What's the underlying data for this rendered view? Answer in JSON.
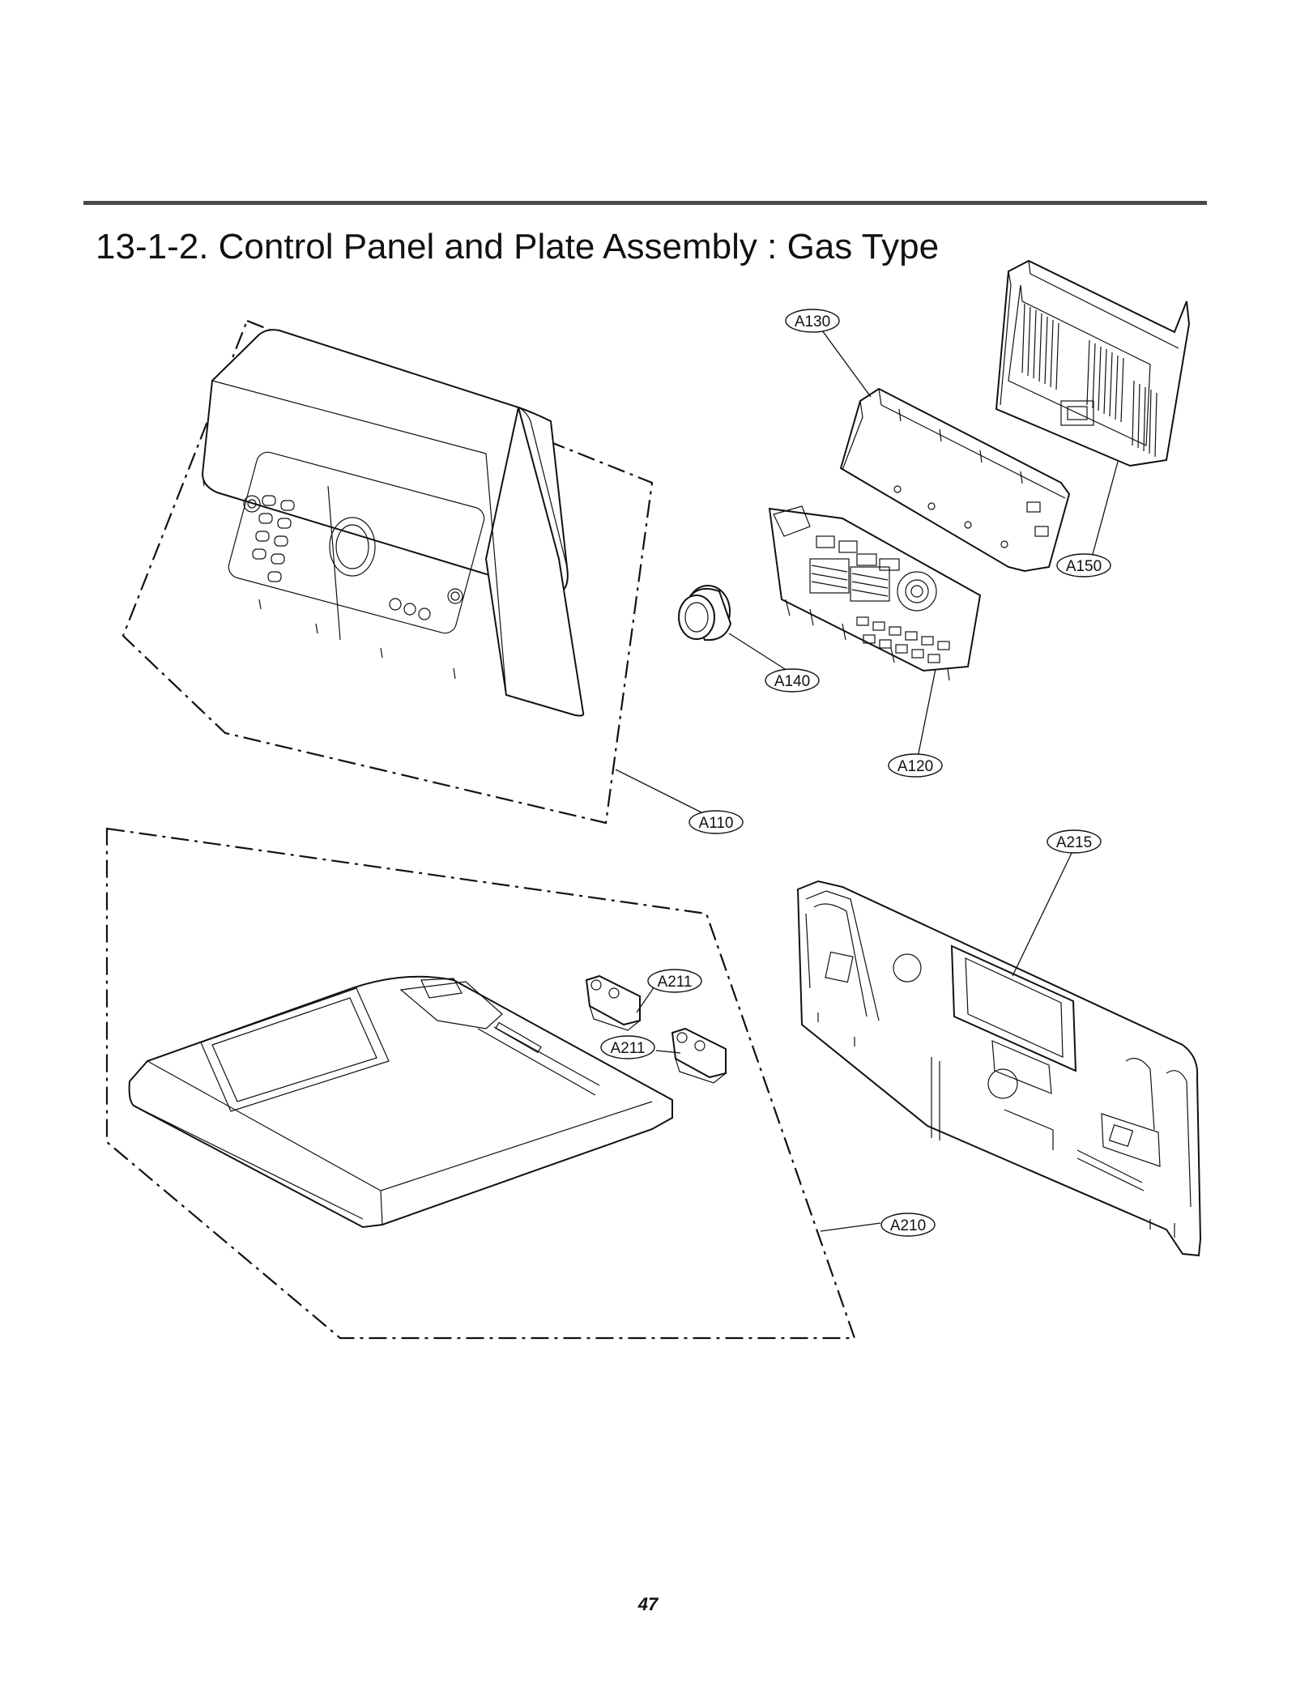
{
  "header": {
    "title": "13-1-2. Control Panel and Plate Assembly : Gas Type"
  },
  "labels": {
    "a110": "A110",
    "a120": "A120",
    "a130": "A130",
    "a140": "A140",
    "a150": "A150",
    "a210": "A210",
    "a211_upper": "A211",
    "a211_lower": "A211",
    "a215": "A215"
  },
  "footer": {
    "page_number": "47"
  }
}
